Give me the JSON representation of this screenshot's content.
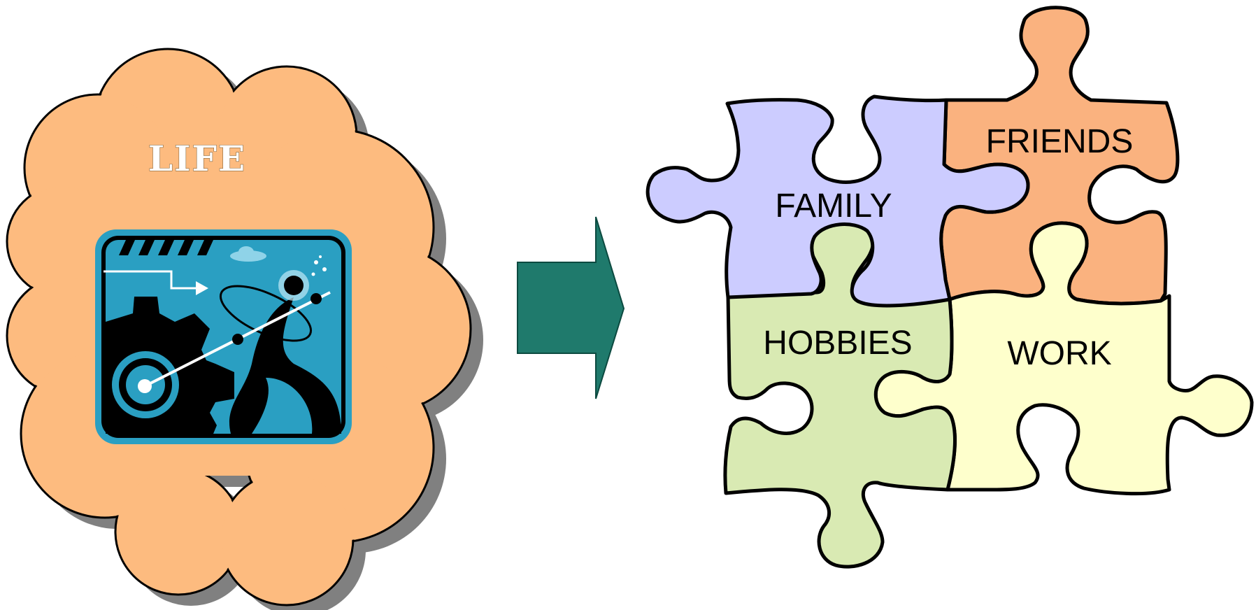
{
  "cloud": {
    "title": "LIFE",
    "fill": "#FDBB7F",
    "shadow": "#808080",
    "icon": "gears-orbit-illustration-icon"
  },
  "arrow": {
    "fill": "#1F7A6C",
    "icon": "right-arrow-icon"
  },
  "puzzle": {
    "pieces": [
      {
        "label": "FAMILY",
        "color": "#CCCCFF"
      },
      {
        "label": "FRIENDS",
        "color": "#FAB27F"
      },
      {
        "label": "HOBBIES",
        "color": "#D9EAB3"
      },
      {
        "label": "WORK",
        "color": "#FEFFCC"
      }
    ]
  }
}
